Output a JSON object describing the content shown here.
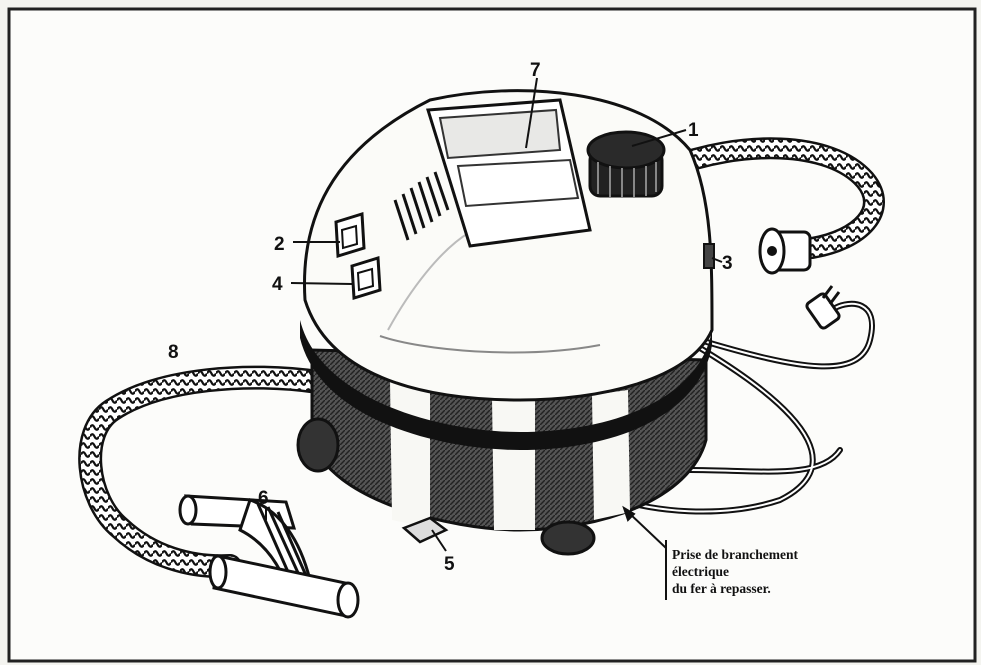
{
  "callouts": {
    "c1": "1",
    "c2": "2",
    "c3": "3",
    "c4": "4",
    "c5": "5",
    "c6": "6",
    "c7": "7",
    "c8": "8"
  },
  "caption": {
    "line1": "Prise de branchement",
    "line2": "électrique",
    "line3": "du fer à repasser."
  }
}
